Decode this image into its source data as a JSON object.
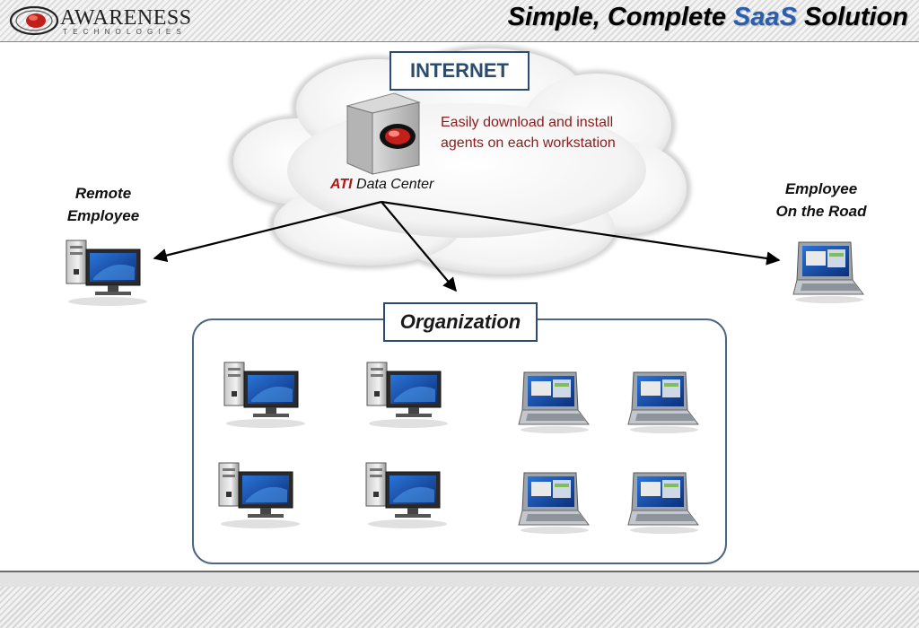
{
  "header": {
    "logo_word": "AWARENESS",
    "logo_sub": "TECHNOLOGIES",
    "title_part1": "Simple, Complete ",
    "title_accent": "SaaS",
    "title_part2": " Solution"
  },
  "cloud": {
    "label": "INTERNET",
    "note_line1": "Easily download and install",
    "note_line2": "agents on each workstation",
    "dc_prefix": "ATI",
    "dc_label": " Data Center"
  },
  "remote_employee": {
    "line1": "Remote",
    "line2": "Employee"
  },
  "road_employee": {
    "line1": "Employee",
    "line2": "On the Road"
  },
  "organization": {
    "label": "Organization"
  },
  "colors": {
    "accent": "#2a5fb0",
    "box_border": "#2b4c6f",
    "note": "#8a1c1c",
    "ati": "#b01818"
  },
  "icons": [
    "server-icon",
    "desktop-computer-icon",
    "laptop-icon",
    "logo-ring-icon"
  ]
}
